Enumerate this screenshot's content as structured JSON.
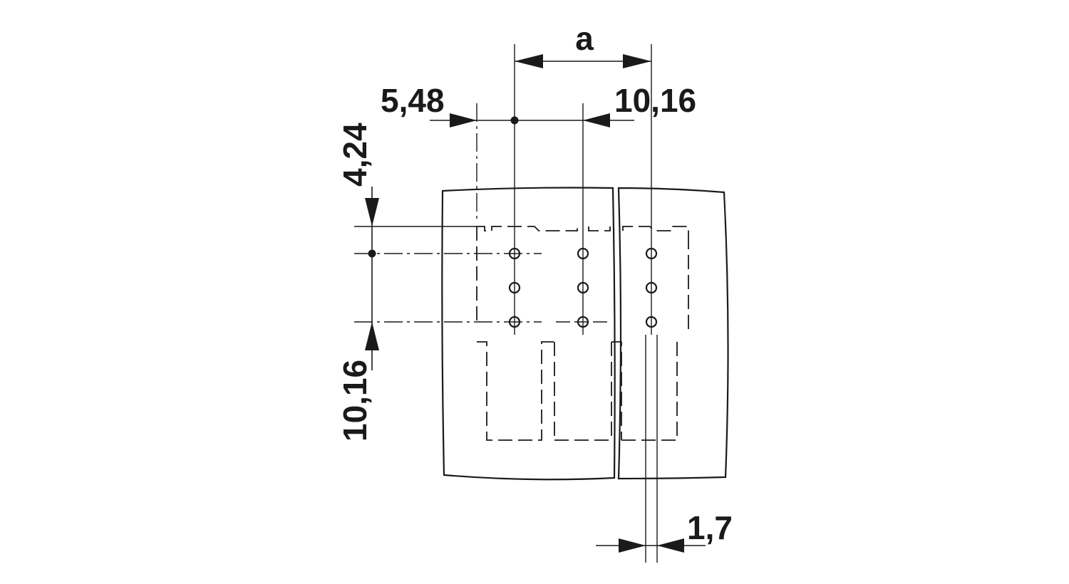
{
  "dimensions": {
    "pitch_label": "a",
    "offset_label": "5,48",
    "spacing_top_label": "10,16",
    "row_offset_label": "4,24",
    "spacing_vertical_label": "10,16",
    "pin_width_label": "1,7"
  },
  "colors": {
    "line": "#1a1a1a",
    "background": "#ffffff"
  }
}
